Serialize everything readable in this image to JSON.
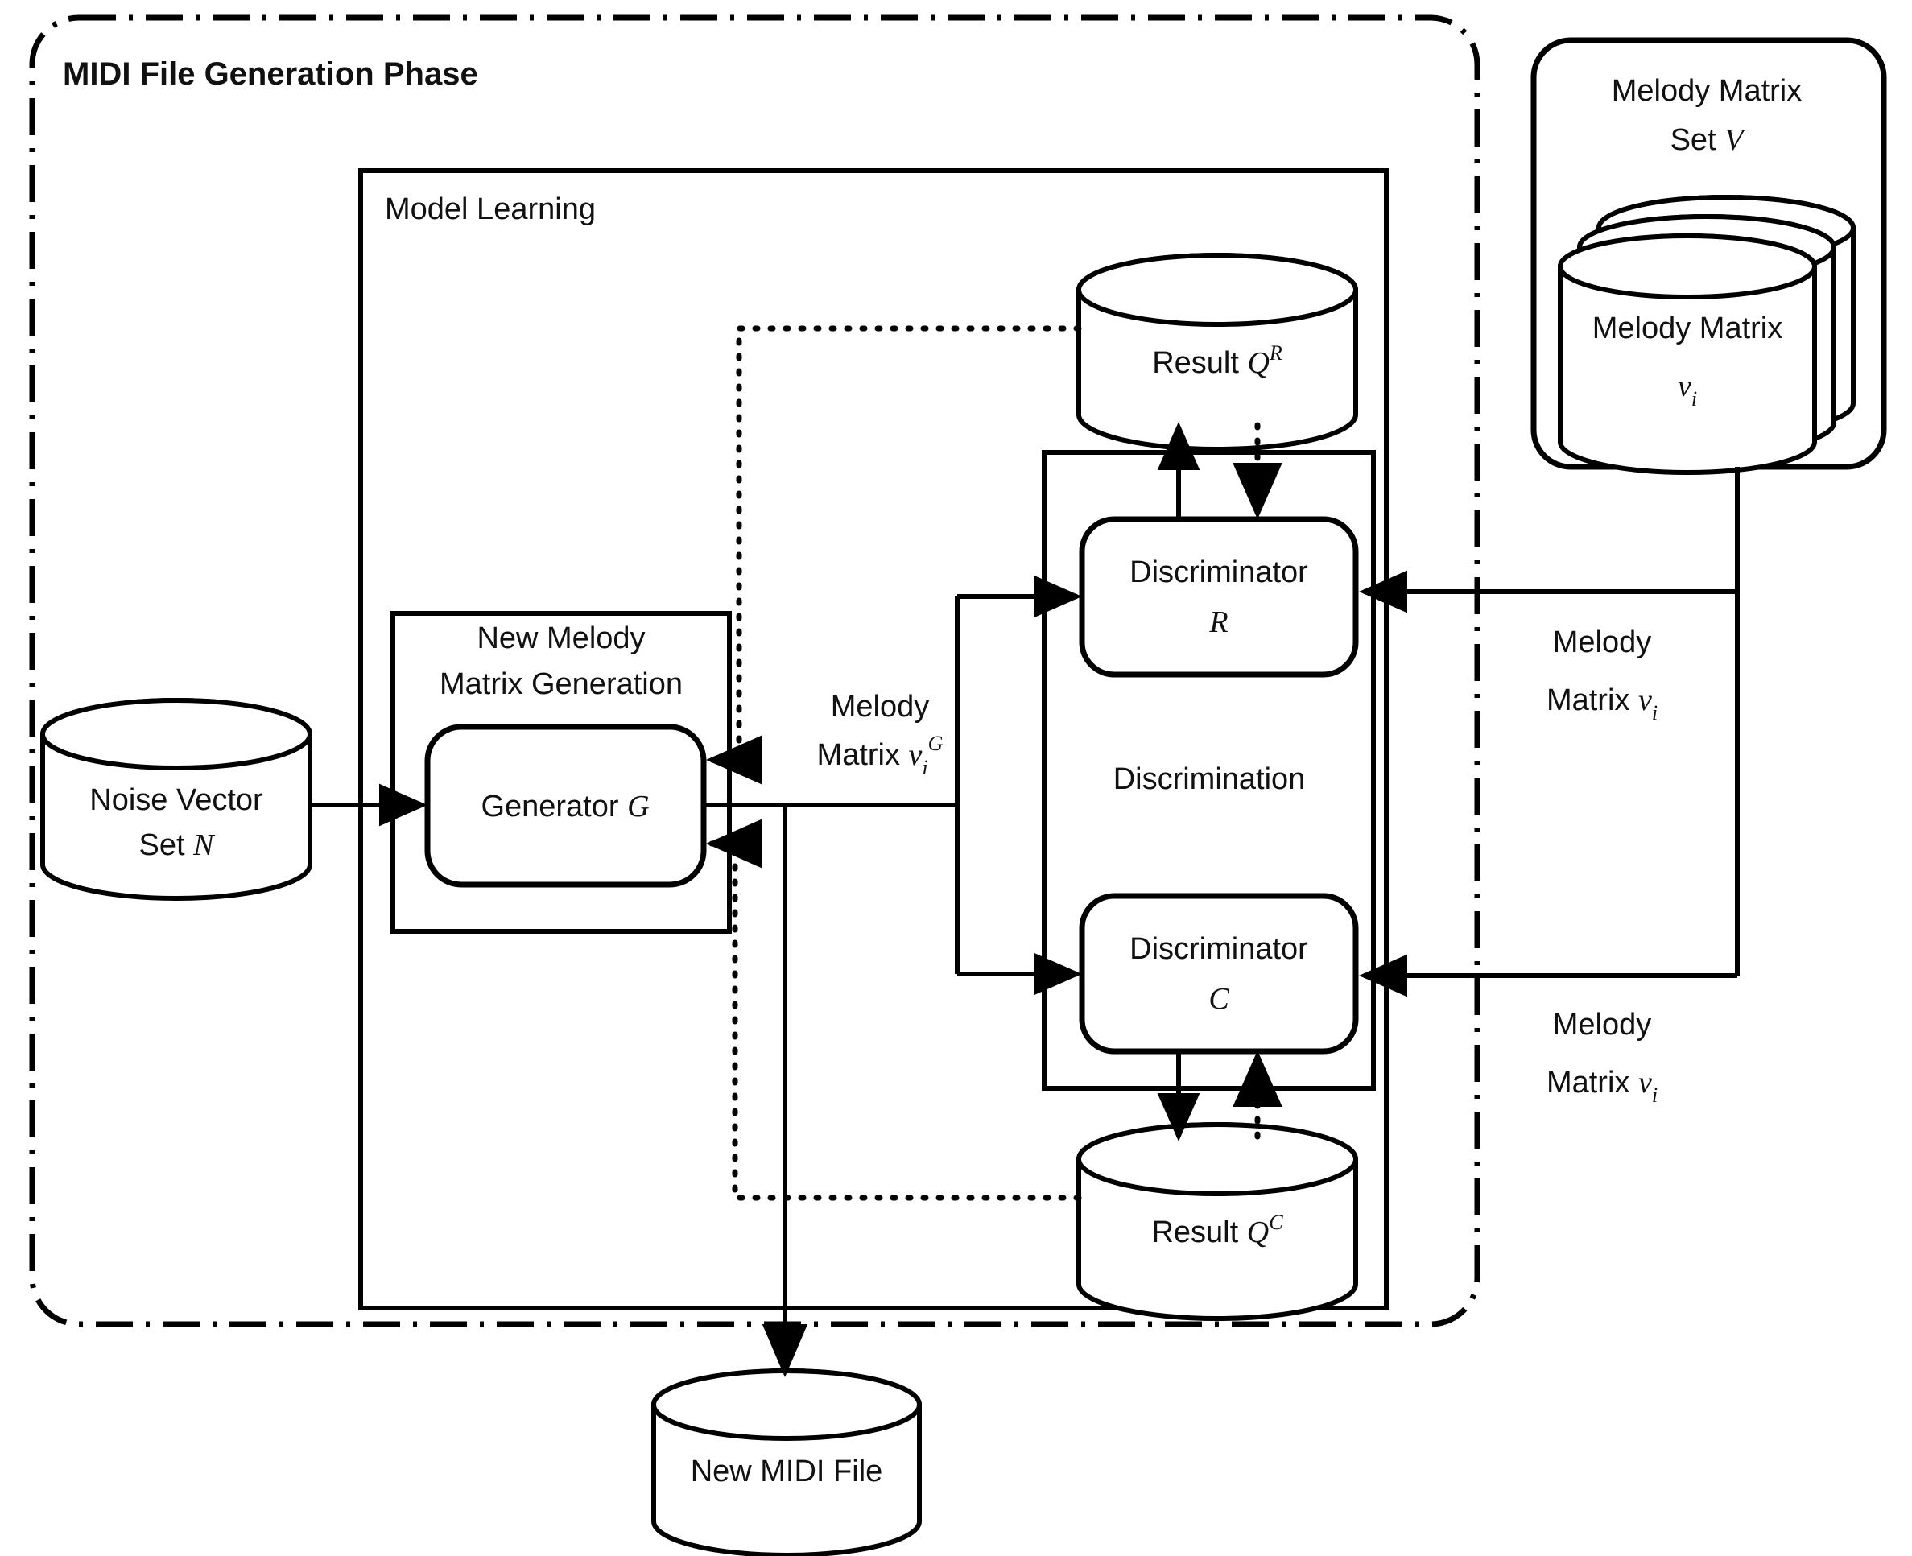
{
  "diagram": {
    "phase_title": "MIDI File Generation Phase",
    "groups": {
      "model_learning": "Model Learning",
      "new_melody_matrix_generation_line1": "New Melody",
      "new_melody_matrix_generation_line2": "Matrix Generation",
      "discrimination": "Discrimination"
    },
    "nodes": {
      "noise_vector_line1": "Noise Vector",
      "noise_vector_line2_prefix": "Set ",
      "noise_vector_line2_symbol": "N",
      "generator_prefix": "Generator ",
      "generator_symbol": "G",
      "discriminator_r_line1": "Discriminator",
      "discriminator_r_symbol": "R",
      "discriminator_c_line1": "Discriminator",
      "discriminator_c_symbol": "C",
      "result_qr_prefix": "Result ",
      "result_qr_symbol": "Q",
      "result_qr_superscript": "R",
      "result_qc_prefix": "Result ",
      "result_qc_symbol": "Q",
      "result_qc_superscript": "C",
      "new_midi_file": "New MIDI File",
      "melody_matrix_set_line1": "Melody Matrix",
      "melody_matrix_set_line2_prefix": "Set ",
      "melody_matrix_set_line2_symbol": "V",
      "melody_matrix_inner_line1": "Melody Matrix",
      "melody_matrix_inner_symbol": "v",
      "melody_matrix_inner_subscript": "i"
    },
    "edge_labels": {
      "gen_out_line1": "Melody",
      "gen_out_line2_prefix": "Matrix ",
      "gen_out_line2_symbol": "v",
      "gen_out_line2_subscript": "i",
      "gen_out_line2_superscript": "G",
      "mm_top_line1": "Melody",
      "mm_top_line2_prefix": "Matrix ",
      "mm_top_line2_symbol": "v",
      "mm_top_line2_subscript": "i",
      "mm_bottom_line1": "Melody",
      "mm_bottom_line2_prefix": "Matrix ",
      "mm_bottom_line2_symbol": "v",
      "mm_bottom_line2_subscript": "i"
    },
    "colors": {
      "stroke": "#000000",
      "text": "#111111",
      "background": "#ffffff"
    }
  }
}
